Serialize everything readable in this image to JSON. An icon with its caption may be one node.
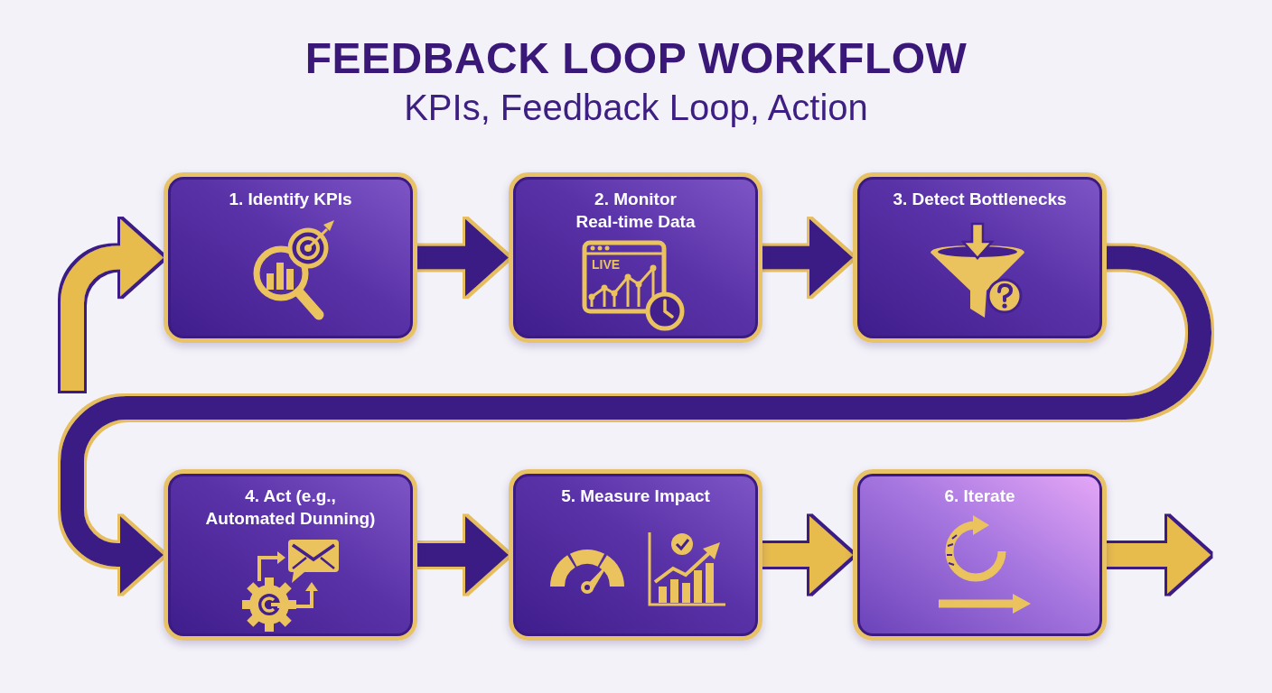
{
  "diagram": {
    "title": "FEEDBACK LOOP WORKFLOW",
    "nodes": [
      {
        "text": [
          "1. Identify KPIs"
        ]
      },
      {
        "text": [
          "2. Monitor Real-time Data",
          "LIVE"
        ]
      },
      {
        "text": [
          "3. Detect Bottlenecks"
        ]
      },
      {
        "text": [
          "4. Act (e.g., Automated Dunning)"
        ]
      },
      {
        "text": [
          "5. Measure Impact"
        ]
      },
      {
        "text": [
          "6. Iterate"
        ]
      }
    ],
    "edges": [
      {
        "from": null,
        "to": 0,
        "arrow": "to",
        "color": "#e8bb4e"
      },
      {
        "from": 0,
        "to": 1,
        "arrow": "to"
      },
      {
        "from": 1,
        "to": 2,
        "arrow": "to"
      },
      {
        "from": 2,
        "to": 3,
        "arrow": "to"
      },
      {
        "from": 3,
        "to": 4,
        "arrow": "to"
      },
      {
        "from": 4,
        "to": 5,
        "arrow": "to",
        "color": "#e8bb4e"
      },
      {
        "from": 5,
        "to": null,
        "arrow": "to",
        "color": "#e8bb4e"
      }
    ],
    "labels": [
      "KPIs, Feedback Loop, Action"
    ]
  }
}
